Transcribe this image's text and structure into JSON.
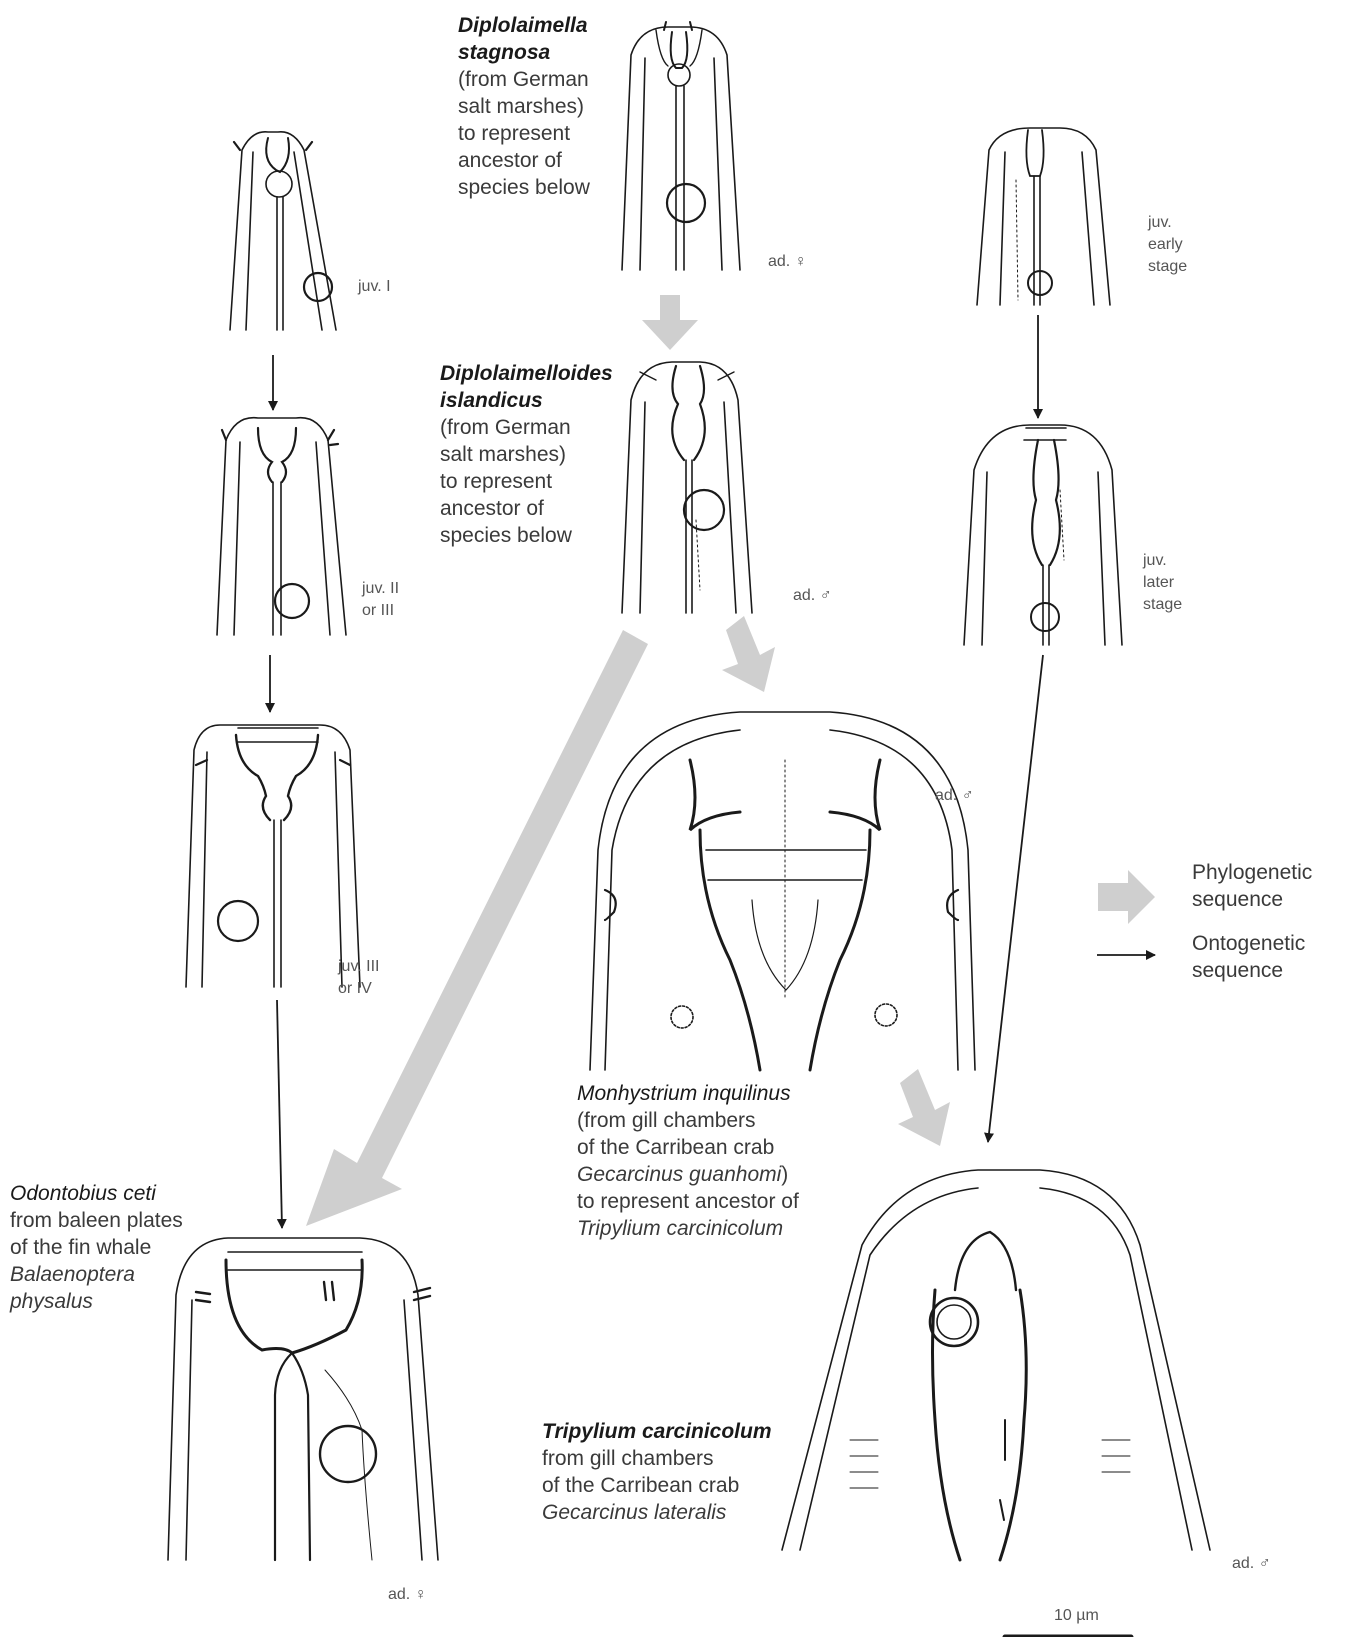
{
  "labels": {
    "stagnosa": {
      "name1": "Diplolaimella",
      "name2": "stagnosa",
      "l1": "(from German",
      "l2": "salt marshes)",
      "l3": "to represent",
      "l4": "ancestor of",
      "l5": "species below"
    },
    "islandicus": {
      "name1": "Diplolaimelloides",
      "name2": "islandicus",
      "l1": "(from German",
      "l2": "salt marshes)",
      "l3": "to represent",
      "l4": "ancestor of",
      "l5": "species below"
    },
    "inquilinus": {
      "name": "Monhystrium inquilinus",
      "l1": "(from gill chambers",
      "l2": "of the Carribean crab",
      "l3a": "Gecarcinus guanhomi",
      "l3b": ")",
      "l4": "to represent ancestor of",
      "l5": "Tripylium carcinicolum"
    },
    "odontobius": {
      "name": "Odontobius ceti",
      "l1": "from baleen plates",
      "l2": "of the fin whale",
      "l3": "Balaenoptera",
      "l4": "physalus"
    },
    "tripylium": {
      "name": "Tripylium carcinicolum",
      "l1": "from gill chambers",
      "l2": "of the Carribean crab",
      "l3": "Gecarcinus lateralis"
    }
  },
  "stages": {
    "juv1": "juv. I",
    "juv2a": "juv. II",
    "juv2b": "or III",
    "juv3a": "juv. III",
    "juv3b": "or IV",
    "earlya": "juv.",
    "earlyb": "early",
    "earlyc": "stage",
    "latera": "juv.",
    "laterb": "later",
    "laterc": "stage",
    "ad_stagnosa": "ad. ♀",
    "ad_islandicus": "ad. ♂",
    "ad_inquilinus": "ad. ♂",
    "ad_odontobius": "ad. ♀",
    "ad_tripylium": "ad. ♂"
  },
  "legend": {
    "phylo1": "Phylogenetic",
    "phylo2": "sequence",
    "onto1": "Ontogenetic",
    "onto2": "sequence"
  },
  "scale_bar": "10 µm",
  "colors": {
    "phylogenetic_arrow": "#cfcfcf",
    "line": "#1a1a1a"
  }
}
